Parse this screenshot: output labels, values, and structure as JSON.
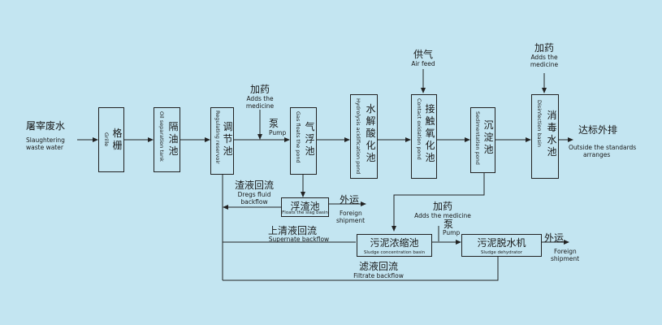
{
  "input": {
    "cn": "屠宰废水",
    "en1": "Slaughtering",
    "en2": "waste water"
  },
  "units": {
    "grille": {
      "cn": "格栅",
      "en": "Grille"
    },
    "oil": {
      "cn": "隔油池",
      "en": "Oil separation tank"
    },
    "regulating": {
      "cn": "调节池",
      "en": "Regulating reservoir"
    },
    "flotation": {
      "cn": "气浮池",
      "en": "Gas floats the pond"
    },
    "hydrolysis": {
      "cn": "水解酸化池",
      "en": "Hydrolysis acidification pond"
    },
    "contact": {
      "cn": "接触氧化池",
      "en": "Contact oxidation pond"
    },
    "sedimentation": {
      "cn": "沉淀池",
      "en": "Sedimentation pond"
    },
    "disinfection": {
      "cn": "消毒水池",
      "en": "Disinfection basin"
    },
    "slag": {
      "cn": "浮渣池",
      "en": "Floats the slag basin"
    },
    "concentration": {
      "cn": "污泥浓缩池",
      "en": "Sludge concentration basin"
    },
    "dehydrator": {
      "cn": "污泥脱水机",
      "en": "Sludge dehydrator"
    }
  },
  "labels": {
    "medicine1": {
      "cn": "加药",
      "en1": "Adds the",
      "en2": "medicine"
    },
    "pump1": {
      "cn": "泵",
      "en": "Pump"
    },
    "air": {
      "cn": "供气",
      "en": "Air feed"
    },
    "medicine2": {
      "cn": "加药",
      "en1": "Adds the",
      "en2": "medicine"
    },
    "discharge": {
      "cn": "达标外排",
      "en1": "Outside the standards",
      "en2": "arranges"
    },
    "dregs": {
      "cn": "渣液回流",
      "en1": "Dregs fluid",
      "en2": "backflow"
    },
    "foreign1": {
      "cn": "外运",
      "en1": "Foreign",
      "en2": "shipment"
    },
    "medicine3": {
      "cn": "加药",
      "en": "Adds the medicine"
    },
    "pump2": {
      "cn": "泵",
      "en": "Pump"
    },
    "supernate": {
      "cn": "上清液回流",
      "en": "Supernate backflow"
    },
    "foreign2": {
      "cn": "外运",
      "en1": "Foreign",
      "en2": "shipment"
    },
    "filtrate": {
      "cn": "滤液回流",
      "en": "Filtrate backflow"
    }
  }
}
